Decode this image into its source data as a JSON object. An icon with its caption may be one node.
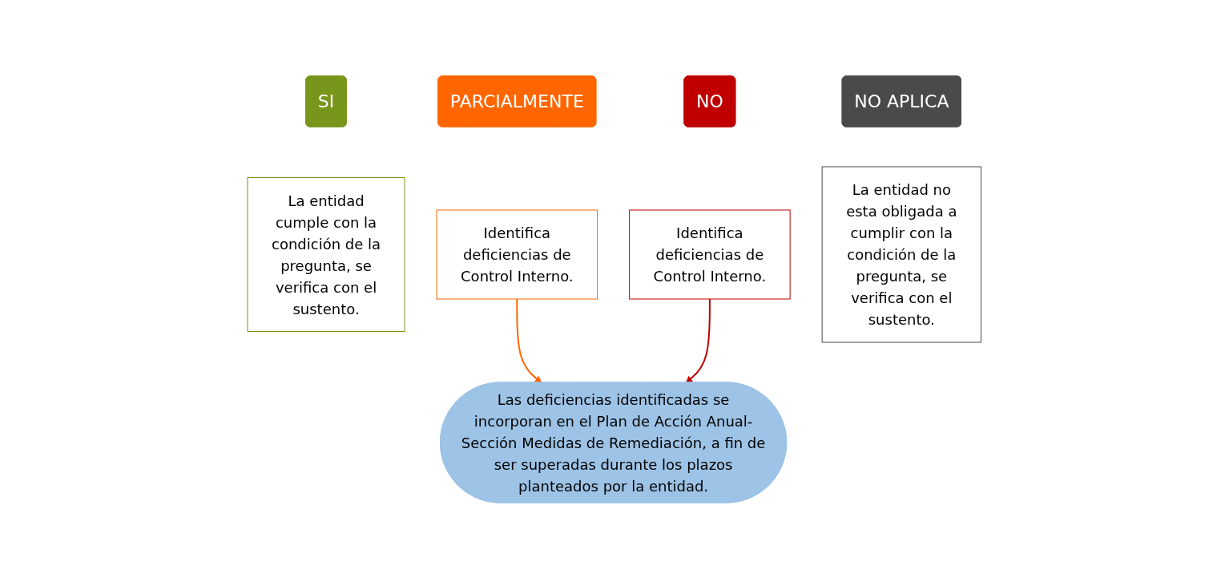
{
  "diagram": {
    "nodes": [
      {
        "text": [
          "SI"
        ]
      },
      {
        "text": [
          "PARCIALMENTE"
        ]
      },
      {
        "text": [
          "NO"
        ]
      },
      {
        "text": [
          "NO APLICA"
        ]
      },
      {
        "text": [
          "La entidad cumple con la condición de la pregunta, se verifica con el sustento."
        ]
      },
      {
        "text": [
          "Identifica deficiencias de Control Interno."
        ]
      },
      {
        "text": [
          "Identifica deficiencias de Control Interno."
        ]
      },
      {
        "text": [
          "La entidad no esta obligada a cumplir con la condición de la pregunta, se verifica con el sustento."
        ]
      },
      {
        "text": [
          "Las deficiencias identificadas se incorporan en el Plan  de Acción Anual- Sección Medidas de Remediación, a fin de ser superadas durante los plazos planteados por la entidad."
        ]
      }
    ],
    "edges": [
      {
        "from": 5,
        "to": 8,
        "arrow": "to",
        "color": "#ff6600"
      },
      {
        "from": 6,
        "to": 8,
        "arrow": "to",
        "color": "#c00000"
      }
    ]
  }
}
